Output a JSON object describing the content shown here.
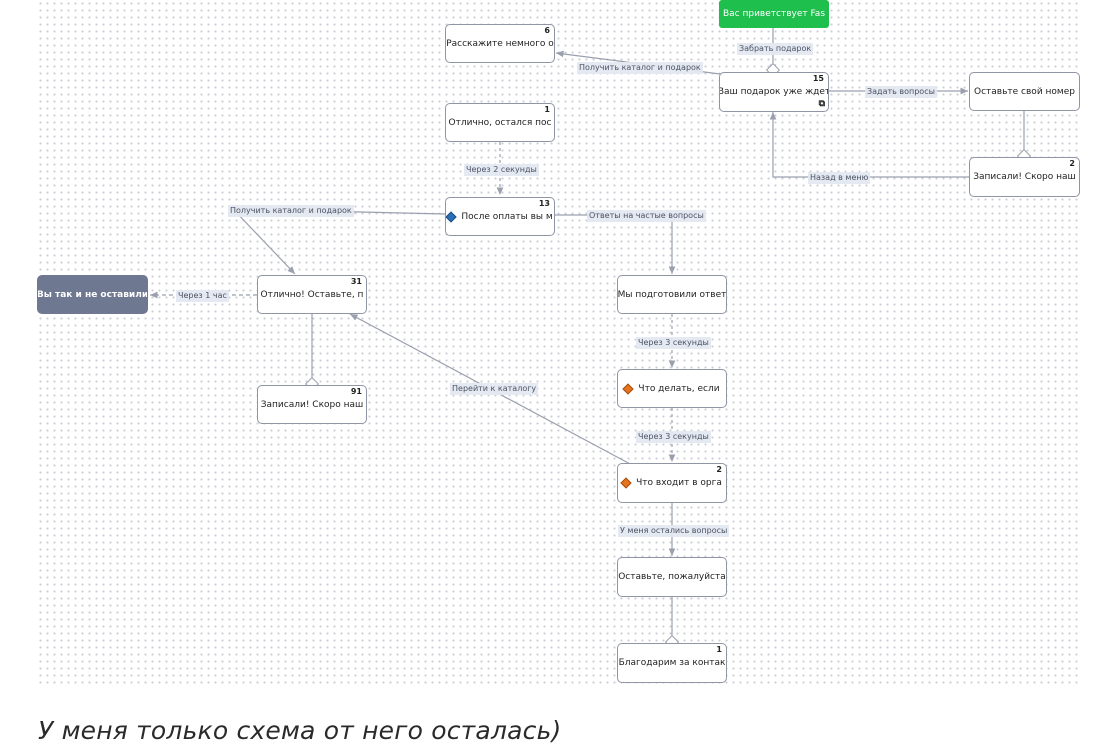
{
  "nodes": {
    "welcome": {
      "text": "Вас приветствует Fas",
      "badge": ""
    },
    "tell_more": {
      "text": "Расскажите немного о",
      "badge": "6"
    },
    "gift_waiting": {
      "text": "Ваш подарок уже ждет",
      "badge": "15"
    },
    "leave_number": {
      "text": "Оставьте свой номер",
      "badge": ""
    },
    "recorded_right": {
      "text": "Записали! Скоро наш",
      "badge": "2"
    },
    "great_left": {
      "text": "Отлично, остался пос",
      "badge": "1"
    },
    "after_payment": {
      "text": "После оплаты вы м",
      "badge": "13"
    },
    "never_left": {
      "text": "Вы так и не оставили",
      "badge": ""
    },
    "great_leave": {
      "text": "Отлично! Оставьте, п",
      "badge": "31"
    },
    "recorded_left": {
      "text": "Записали! Скоро наш",
      "badge": "91"
    },
    "prepared_answer": {
      "text": "Мы подготовили ответ",
      "badge": ""
    },
    "what_to_do": {
      "text": "Что делать, если",
      "badge": ""
    },
    "whats_included": {
      "text": "Что входит в орга",
      "badge": "2"
    },
    "leave_please": {
      "text": "Оставьте, пожалуйста",
      "badge": ""
    },
    "thanks_contact": {
      "text": "Благодарим за контак",
      "badge": "1"
    }
  },
  "edge_labels": {
    "take_gift": "Забрать подарок",
    "get_catalog_top": "Получить каталог и подарок",
    "ask_questions": "Задать вопросы",
    "back_to_menu": "Назад в меню",
    "after_2_sec": "Через 2 секунды",
    "get_catalog_left": "Получить каталог и подарок",
    "faq": "Ответы на частые вопросы",
    "after_1_hour": "Через 1 час",
    "after_3_sec_a": "Через 3 секунды",
    "after_3_sec_b": "Через 3 секунды",
    "to_catalog": "Перейти к каталогу",
    "have_questions": "У меня остались вопросы"
  },
  "icons": {
    "external_link": "external-link-icon",
    "blue_diamond": "blue-diamond-icon",
    "orange_diamond": "orange-diamond-icon"
  },
  "colors": {
    "green": "#1fbf4e",
    "dark_node": "#6e7891",
    "edge": "#9aa0ad",
    "blue": "#2d6fb5",
    "orange": "#e4741f"
  },
  "caption": "У меня только схема от него осталась)"
}
